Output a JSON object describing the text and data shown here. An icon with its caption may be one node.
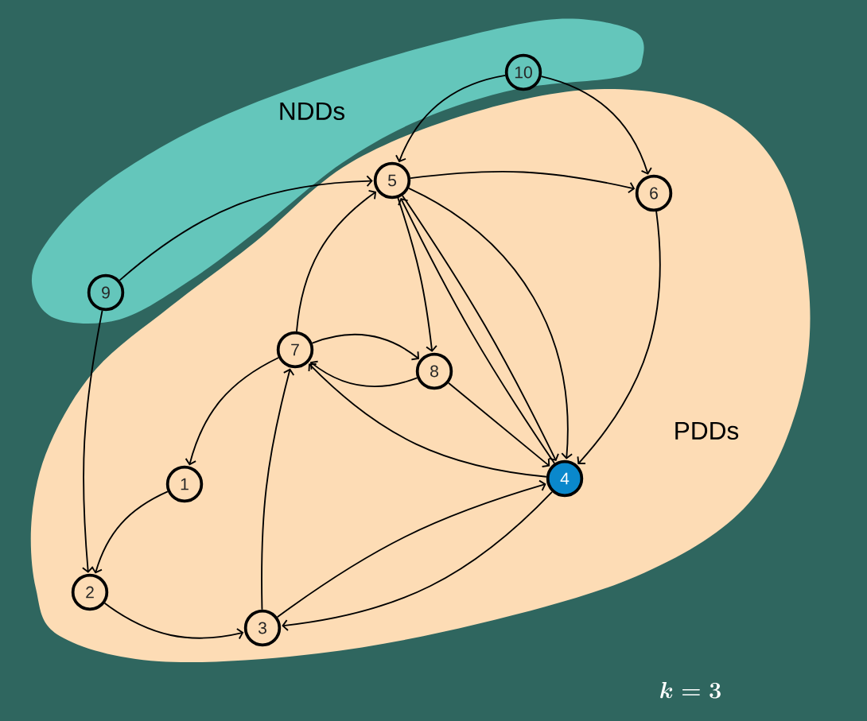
{
  "diagram": {
    "nodes": [
      {
        "text": [
          "NDDs"
        ]
      },
      {
        "text": [
          "PDDs"
        ]
      },
      {
        "text": [
          "1"
        ],
        "in": 1
      },
      {
        "text": [
          "2"
        ],
        "in": 1
      },
      {
        "text": [
          "3"
        ],
        "in": 1
      },
      {
        "text": [
          "4"
        ],
        "in": 1
      },
      {
        "text": [
          "5"
        ],
        "in": 1
      },
      {
        "text": [
          "6"
        ],
        "in": 1
      },
      {
        "text": [
          "7"
        ],
        "in": 1
      },
      {
        "text": [
          "8"
        ],
        "in": 1
      },
      {
        "text": [
          "9"
        ],
        "in": 0
      },
      {
        "text": [
          "10"
        ],
        "in": 0
      }
    ],
    "edges": [
      {
        "from": 11,
        "to": 6,
        "arrow": "to"
      },
      {
        "from": 11,
        "to": 7,
        "arrow": "to"
      },
      {
        "from": 10,
        "to": 6,
        "arrow": "to"
      },
      {
        "from": 10,
        "to": 3,
        "arrow": "to"
      },
      {
        "from": 6,
        "to": 7,
        "arrow": "to"
      },
      {
        "from": 6,
        "to": 9,
        "arrow": "to"
      },
      {
        "from": 5,
        "to": 6,
        "arrow": "to"
      },
      {
        "from": 6,
        "to": 5,
        "arrow": "to"
      },
      {
        "from": 6,
        "to": 5,
        "arrow": "to"
      },
      {
        "from": 7,
        "to": 5,
        "arrow": "to"
      },
      {
        "from": 8,
        "to": 6,
        "arrow": "to"
      },
      {
        "from": 8,
        "to": 9,
        "arrow": "to"
      },
      {
        "from": 9,
        "to": 8,
        "arrow": "to"
      },
      {
        "from": 9,
        "to": 5,
        "arrow": "to"
      },
      {
        "from": 5,
        "to": 8,
        "arrow": "to"
      },
      {
        "from": 8,
        "to": 2,
        "arrow": "to"
      },
      {
        "from": 2,
        "to": 3,
        "arrow": "to"
      },
      {
        "from": 3,
        "to": 4,
        "arrow": "to"
      },
      {
        "from": 4,
        "to": 8,
        "arrow": "to"
      },
      {
        "from": 4,
        "to": 5,
        "arrow": "to"
      },
      {
        "from": 5,
        "to": 4,
        "arrow": "to"
      }
    ],
    "labels": [
      "k = 3"
    ]
  }
}
